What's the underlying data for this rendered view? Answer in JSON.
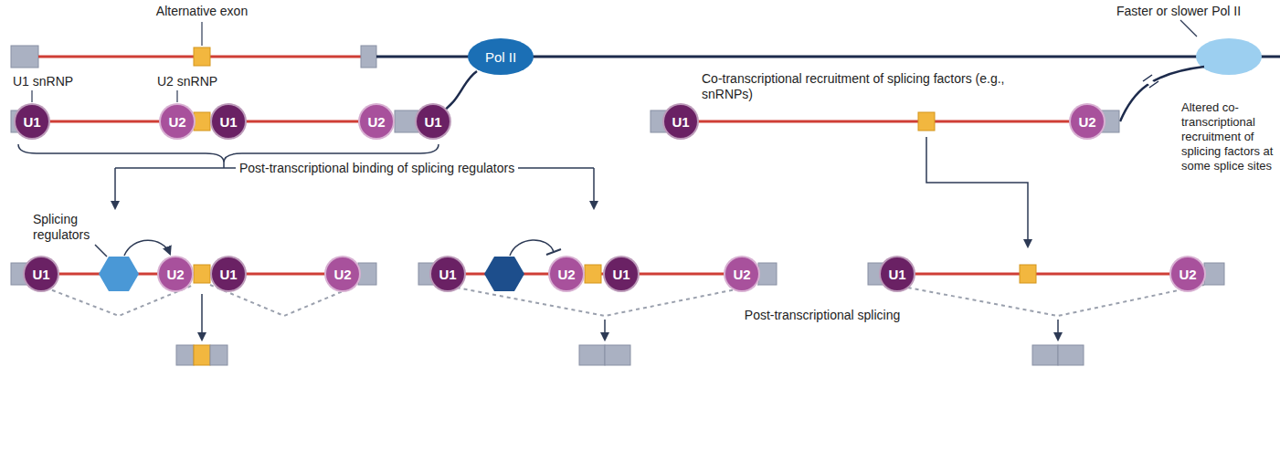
{
  "diagram": {
    "nodes": [
      {
        "text": [
          "Pol II"
        ]
      },
      {
        "text": [
          "U1"
        ]
      },
      {
        "text": [
          "U2"
        ]
      },
      {
        "text": [
          "U1"
        ]
      },
      {
        "text": [
          "U2"
        ]
      },
      {
        "text": [
          "U1"
        ]
      },
      {
        "text": [
          "U1"
        ]
      },
      {
        "text": [
          "U2"
        ]
      },
      {
        "text": [
          "U1"
        ]
      },
      {
        "text": [
          "U2"
        ]
      },
      {
        "text": [
          "U1"
        ]
      },
      {
        "text": [
          "U2"
        ]
      },
      {
        "text": [
          "U1"
        ]
      },
      {
        "text": [
          "U2"
        ]
      },
      {
        "text": [
          "U1"
        ]
      },
      {
        "text": [
          "U2"
        ]
      },
      {
        "text": [
          "U1"
        ]
      },
      {
        "text": [
          "U2"
        ]
      }
    ],
    "labels": [
      "Alternative exon",
      "Faster or slower Pol II",
      "U1 snRNP",
      "U2 snRNP",
      "Co-transcriptional recruitment of splicing factors (e.g., snRNPs)",
      "Altered co-transcriptional recruitment of splicing factors at some splice sites",
      "Post-transcriptional binding of splicing regulators",
      "Splicing regulators",
      "Post-transcriptional splicing"
    ]
  }
}
